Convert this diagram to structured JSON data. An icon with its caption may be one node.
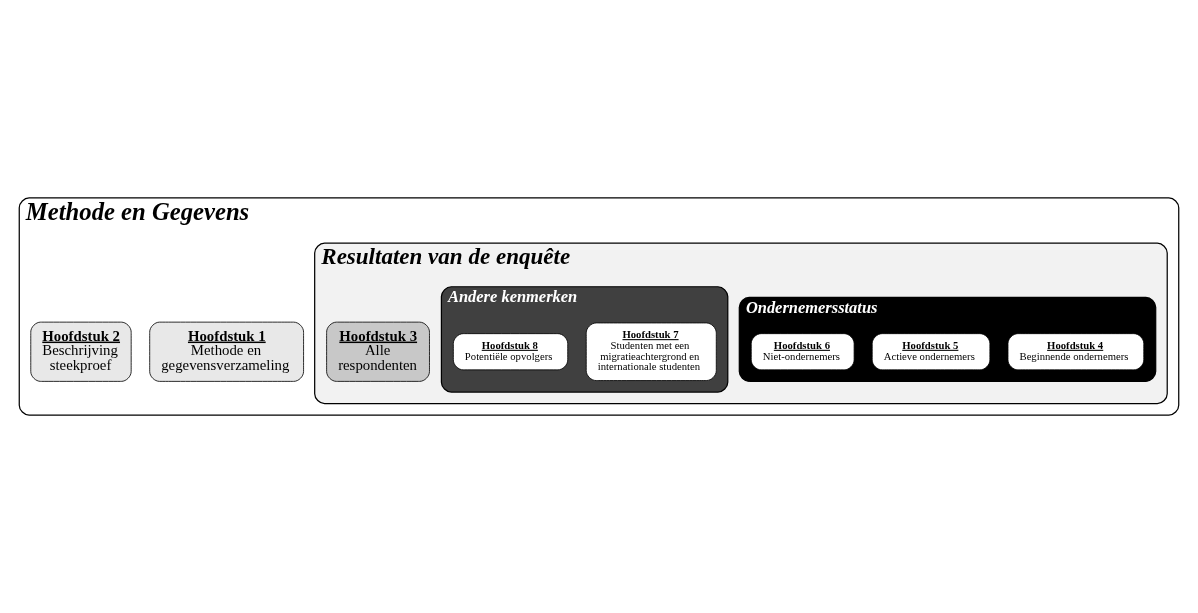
{
  "diagram": {
    "nodes": [
      {
        "text": [
          "Methode en Gegevens"
        ]
      },
      {
        "text": [
          "Hoofdstuk 1",
          "Methode en gegevensverzameling"
        ],
        "in": 0
      },
      {
        "text": [
          "Hoofdstuk 2",
          "Beschrijving steekproef"
        ],
        "in": 0
      },
      {
        "text": [
          "Resultaten van de enquête"
        ],
        "in": 0
      },
      {
        "text": [
          "Hoofdstuk 3",
          "Alle respondenten"
        ],
        "in": 3
      },
      {
        "text": [
          "Ondernemersstatus"
        ],
        "in": 3
      },
      {
        "text": [
          "Hoofdstuk 4",
          "Beginnende ondernemers"
        ],
        "in": 5
      },
      {
        "text": [
          "Hoofdstuk 5",
          "Actieve ondernemers"
        ],
        "in": 5
      },
      {
        "text": [
          "Hoofdstuk 6",
          "Niet-ondernemers"
        ],
        "in": 5
      },
      {
        "text": [
          "Andere kenmerken"
        ],
        "in": 3
      },
      {
        "text": [
          "Hoofdstuk 7",
          "Studenten met een migratieachtergrond en internationale studenten"
        ],
        "in": 9
      },
      {
        "text": [
          "Hoofdstuk 8",
          "Potentiële opvolgers"
        ],
        "in": 9
      }
    ],
    "edges": []
  }
}
